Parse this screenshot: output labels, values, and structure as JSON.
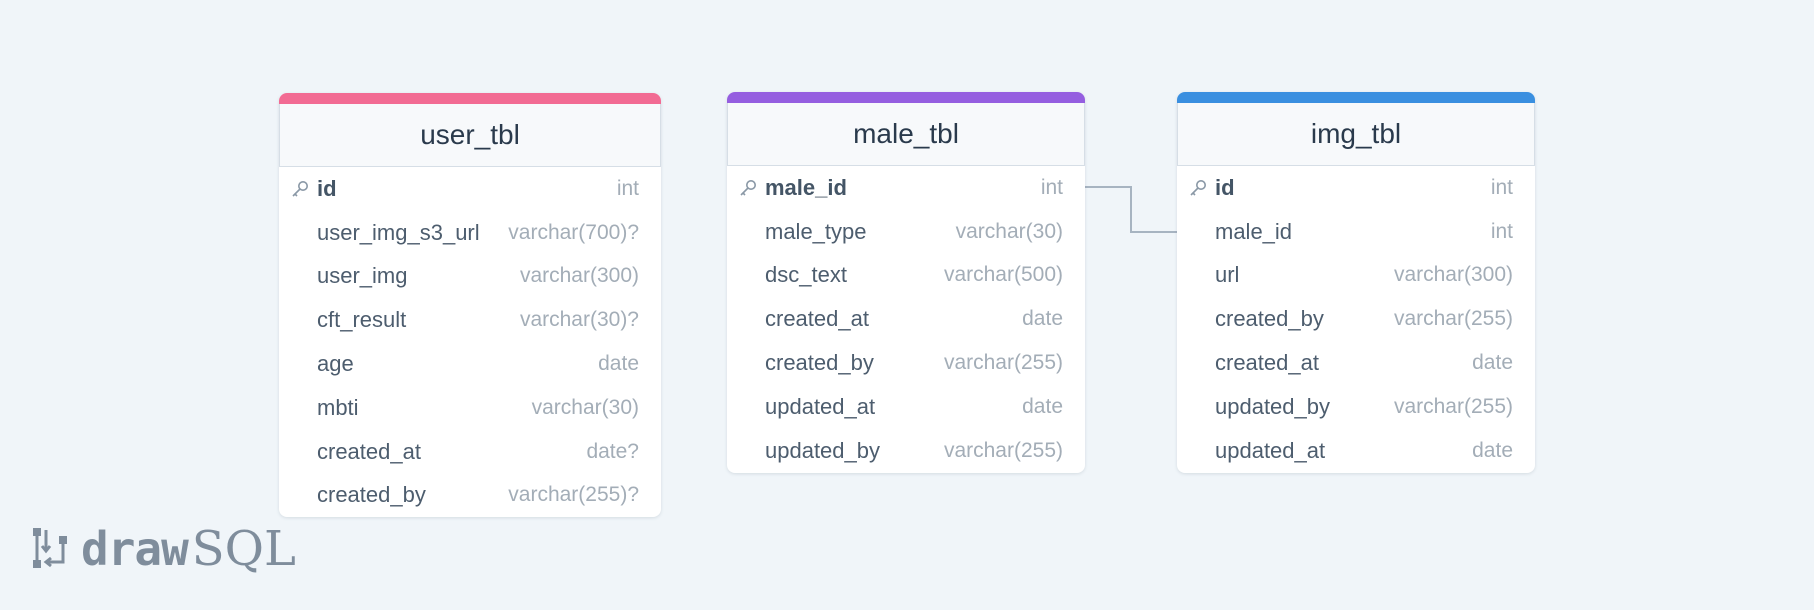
{
  "colors": {
    "user_tbl_accent": "#f26b93",
    "male_tbl_accent": "#955ee0",
    "img_tbl_accent": "#3a8fe0",
    "background": "#f0f5f9",
    "connector": "#a7b4c1"
  },
  "tables": {
    "user_tbl": {
      "title": "user_tbl",
      "columns": [
        {
          "name": "id",
          "type": "int",
          "pk": true
        },
        {
          "name": "user_img_s3_url",
          "type": "varchar(700)?"
        },
        {
          "name": "user_img",
          "type": "varchar(300)"
        },
        {
          "name": "cft_result",
          "type": "varchar(30)?"
        },
        {
          "name": "age",
          "type": "date"
        },
        {
          "name": "mbti",
          "type": "varchar(30)"
        },
        {
          "name": "created_at",
          "type": "date?"
        },
        {
          "name": "created_by",
          "type": "varchar(255)?"
        }
      ]
    },
    "male_tbl": {
      "title": "male_tbl",
      "columns": [
        {
          "name": "male_id",
          "type": "int",
          "pk": true
        },
        {
          "name": "male_type",
          "type": "varchar(30)"
        },
        {
          "name": "dsc_text",
          "type": "varchar(500)"
        },
        {
          "name": "created_at",
          "type": "date"
        },
        {
          "name": "created_by",
          "type": "varchar(255)"
        },
        {
          "name": "updated_at",
          "type": "date"
        },
        {
          "name": "updated_by",
          "type": "varchar(255)"
        }
      ]
    },
    "img_tbl": {
      "title": "img_tbl",
      "columns": [
        {
          "name": "id",
          "type": "int",
          "pk": true
        },
        {
          "name": "male_id",
          "type": "int"
        },
        {
          "name": "url",
          "type": "varchar(300)"
        },
        {
          "name": "created_by",
          "type": "varchar(255)"
        },
        {
          "name": "created_at",
          "type": "date"
        },
        {
          "name": "updated_by",
          "type": "varchar(255)"
        },
        {
          "name": "updated_at",
          "type": "date"
        }
      ]
    }
  },
  "relations": [
    {
      "from": "male_tbl.male_id",
      "to": "img_tbl.male_id"
    }
  ],
  "logo": {
    "bold": "draw",
    "light": "SQL",
    "icon": "drawsql-logo-icon"
  }
}
